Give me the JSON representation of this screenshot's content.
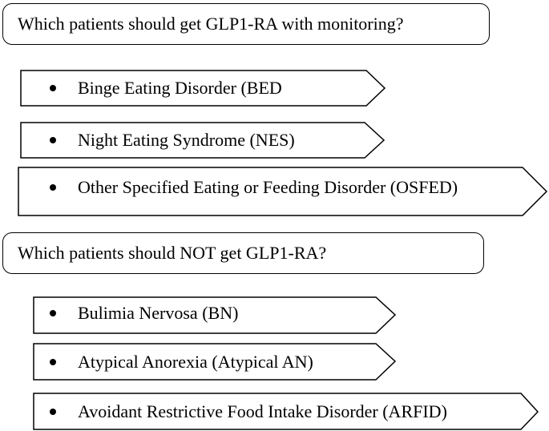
{
  "groups": [
    {
      "question": "Which patients should get GLP1-RA with monitoring?",
      "items": [
        "Binge Eating Disorder (BED",
        "Night Eating Syndrome (NES)",
        "Other Specified Eating or Feeding Disorder (OSFED)"
      ]
    },
    {
      "question": "Which patients should NOT get GLP1-RA?",
      "items": [
        "Bulimia Nervosa (BN)",
        "Atypical Anorexia (Atypical AN)",
        "Avoidant Restrictive Food Intake Disorder (ARFID)"
      ]
    }
  ]
}
